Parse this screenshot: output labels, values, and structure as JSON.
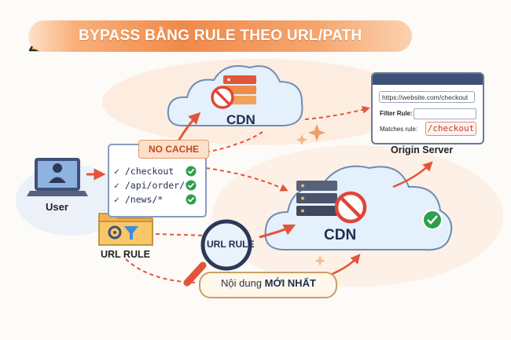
{
  "title": "BYPASS BẰNG RULE THEO URL/PATH",
  "user_label": "User",
  "cdn_top_label": "CDN",
  "cdn_main_label": "CDN",
  "nocache_tag": "NO CACHE",
  "rules": [
    "/checkout",
    "/api/order/*",
    "/news/*"
  ],
  "url_rule_label": "URL RULE",
  "magnifier_label": "URL RULE",
  "origin": {
    "url": "https://website.com/checkout",
    "filter_rule_label": "Filter Rule:",
    "matches_rule_label": "Matches rule:",
    "matches_rule_value": "/checkout",
    "server_label": "Origin Server"
  },
  "content_badge": {
    "prefix": "Nội dung ",
    "emphasis": "MỚI NHẤT"
  },
  "colors": {
    "accent": "#f08a4a",
    "arrow": "#e2553a",
    "navy": "#3f5178",
    "check": "#2e9e4f",
    "forbid": "#e0453a"
  }
}
